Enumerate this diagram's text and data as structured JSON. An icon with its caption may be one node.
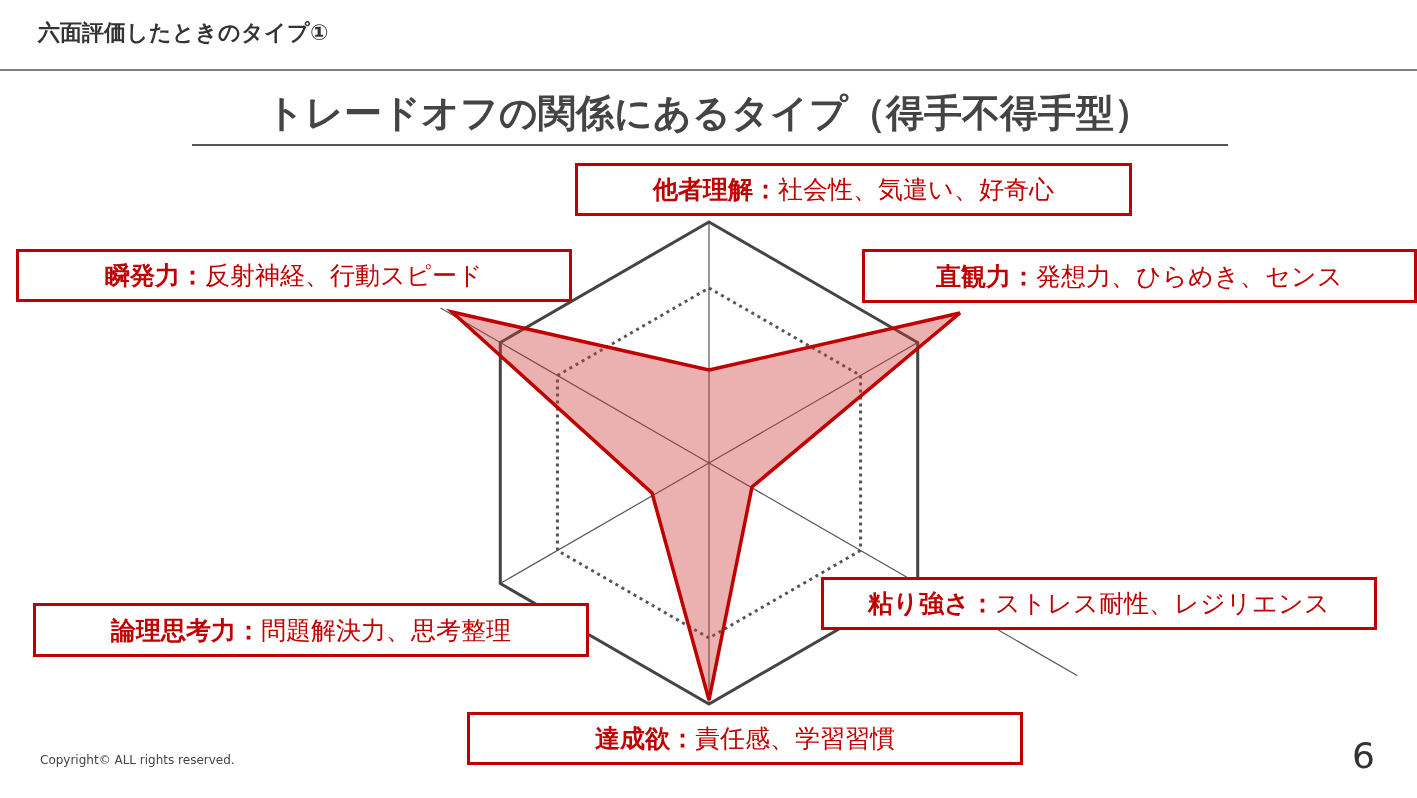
{
  "diagram": {
    "title": "六面評価したときのタイプ①",
    "nodes": [
      {
        "text": [
          "**他者理解：**社会性、気遣い、好奇心"
        ]
      },
      {
        "text": [
          "**瞬発力：**反射神経、行動スピード"
        ]
      },
      {
        "text": [
          "**直観力：**発想力、ひらめき、センス"
        ]
      },
      {
        "text": [
          "**粘り強さ：**ストレス耐性、レジリエンス"
        ]
      },
      {
        "text": [
          "**論理思考力：**問題解決力、思考整理"
        ]
      },
      {
        "text": [
          "**達成欲：**責任感、学習習慣"
        ]
      }
    ],
    "labels": [
      "トレードオフの関係にあるタイプ（得手不得手型）",
      "Copyright© ALL rights reserved.",
      "6"
    ]
  }
}
